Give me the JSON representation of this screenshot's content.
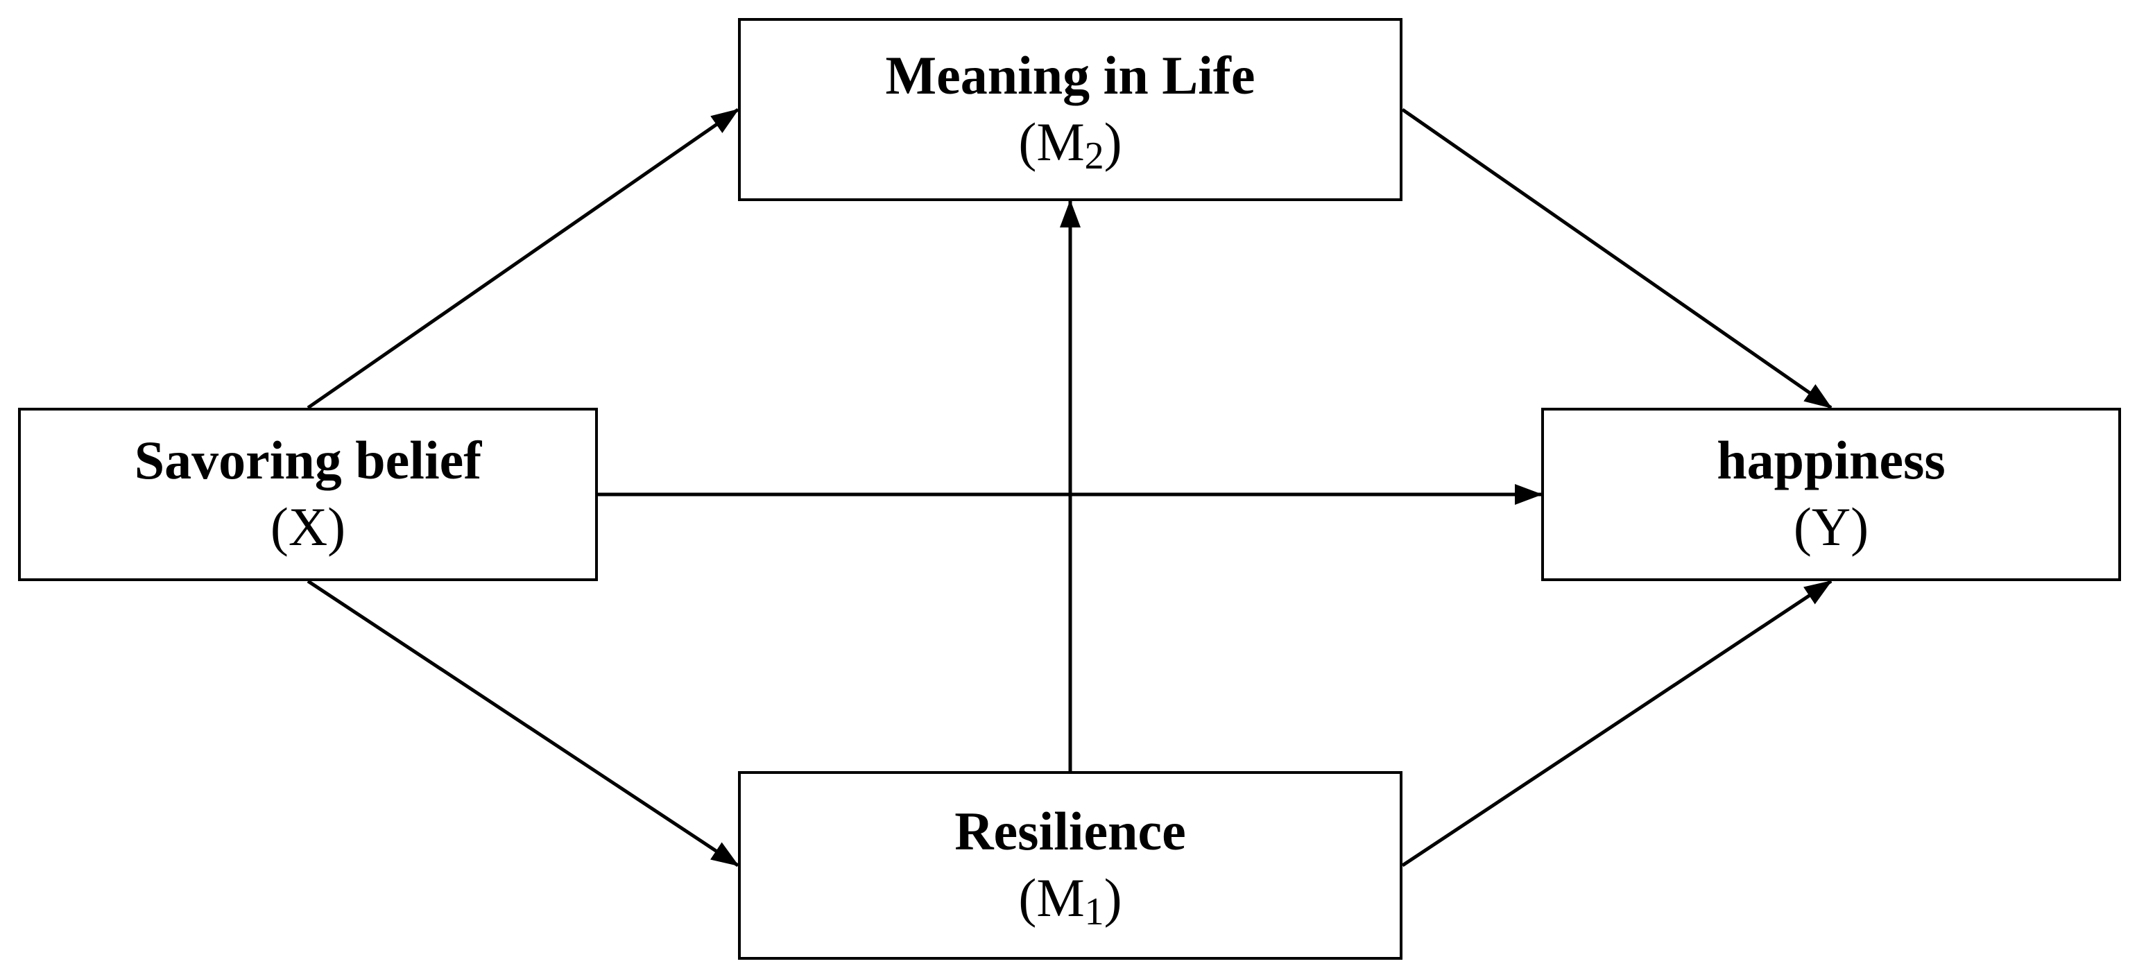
{
  "nodes": {
    "savoring": {
      "title": "Savoring belief",
      "symbol": "X"
    },
    "meaning": {
      "title": "Meaning in Life",
      "symbol": "M",
      "subscript": "2"
    },
    "resilience": {
      "title": "Resilience",
      "symbol": "M",
      "subscript": "1"
    },
    "happiness": {
      "title": "happiness",
      "symbol": "Y"
    }
  },
  "edges": [
    {
      "from": "Savoring belief",
      "to": "Meaning in Life"
    },
    {
      "from": "Savoring belief",
      "to": "Resilience"
    },
    {
      "from": "Savoring belief",
      "to": "happiness"
    },
    {
      "from": "Resilience",
      "to": "Meaning in Life"
    },
    {
      "from": "Meaning in Life",
      "to": "happiness"
    },
    {
      "from": "Resilience",
      "to": "happiness"
    }
  ],
  "colors": {
    "stroke": "#000000",
    "fill": "#ffffff",
    "text": "#000000"
  }
}
